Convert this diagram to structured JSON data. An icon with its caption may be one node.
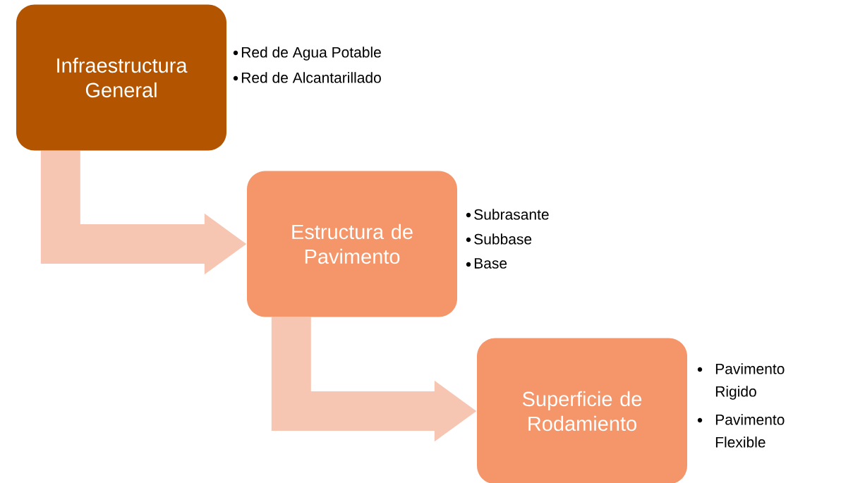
{
  "diagram": {
    "nodes": [
      {
        "text": [
          "Infraestructura General"
        ],
        "beside": [
          "Red de Agua Potable",
          "Red de Alcantarillado"
        ]
      },
      {
        "text": [
          "Estructura de Pavimento"
        ],
        "beside": [
          "Subrasante",
          "Subbase",
          "Base"
        ]
      },
      {
        "text": [
          "Superficie de Rodamiento"
        ],
        "beside": [
          "Pavimento Rigido",
          "Pavimento Flexible"
        ]
      }
    ],
    "edges": [
      {
        "from": 0,
        "to": 1,
        "arrow": "to"
      },
      {
        "from": 1,
        "to": 2,
        "arrow": "to"
      }
    ]
  }
}
